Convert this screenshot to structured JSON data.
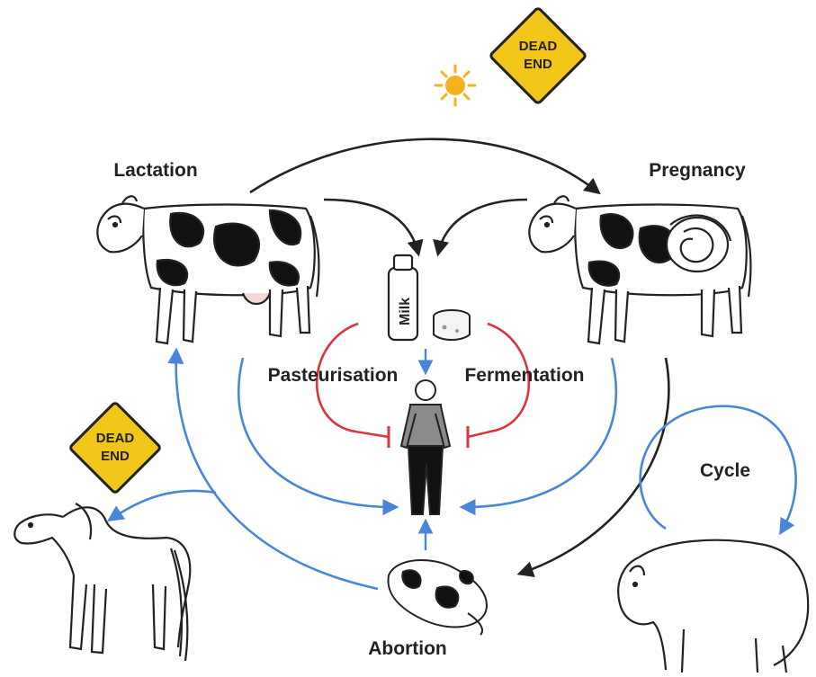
{
  "labels": {
    "lactation": "Lactation",
    "pregnancy": "Pregnancy",
    "pasteurisation": "Pasteurisation",
    "fermentation": "Fermentation",
    "cycle": "Cycle",
    "abortion": "Abortion",
    "milk": "Milk"
  },
  "signs": {
    "top": {
      "line1": "DEAD",
      "line2": "END"
    },
    "left": {
      "line1": "DEAD",
      "line2": "END"
    }
  },
  "colors": {
    "black_arrow": "#222222",
    "blue_arrow": "#4a86d8",
    "red_inhibit": "#d9363e",
    "sign_fill": "#f2c618",
    "sun": "#f5b21c",
    "shirt": "#8a8a8a"
  },
  "icons": [
    "sun-icon",
    "dead-end-sign-icon",
    "cow-icon",
    "milk-bottle-icon",
    "cheese-icon",
    "person-icon",
    "horse-icon",
    "bison-icon",
    "aborted-fetus-icon"
  ]
}
